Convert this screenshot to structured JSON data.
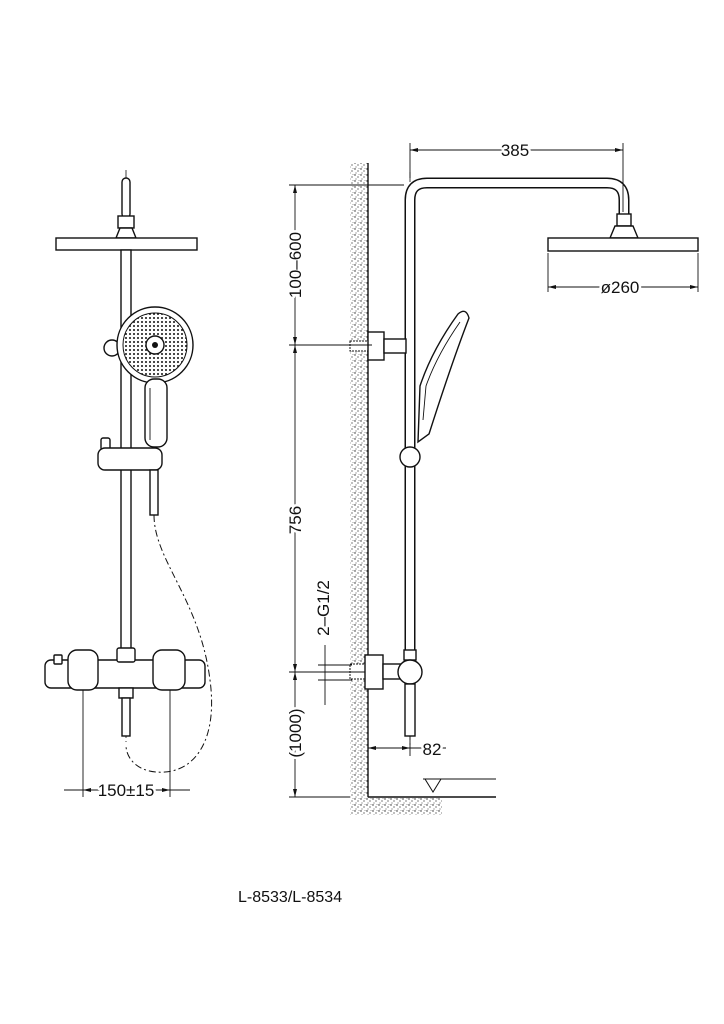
{
  "dimensions": {
    "top_arm_length": "385",
    "head_diameter": "ø260",
    "wall_bracket_range": "100–600",
    "rail_length": "756",
    "inlet_thread": "2–G1/2",
    "mixer_height": "(1000)",
    "wall_offset": "82",
    "inlet_spacing": "150±15"
  },
  "caption": "L-8533/L-8534"
}
